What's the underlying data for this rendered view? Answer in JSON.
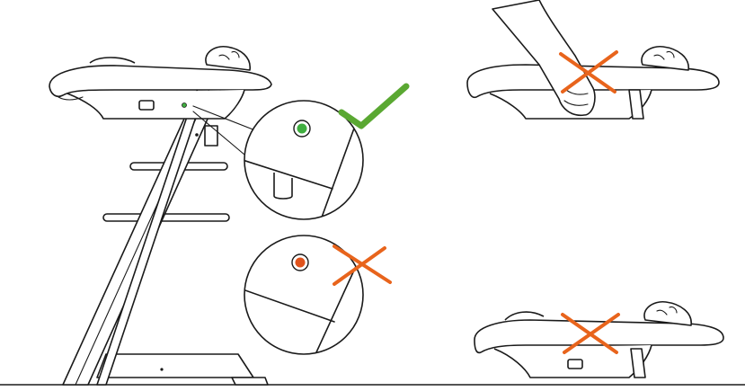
{
  "colors": {
    "line": "#1a1a1a",
    "background": "#ffffff",
    "ok_mark": "#5aa832",
    "ok_indicator": "#3fae3f",
    "error_mark": "#e8641c",
    "error_indicator": "#e0531c"
  },
  "indicators": {
    "correct": {
      "state": "green",
      "icon": "check-icon"
    },
    "incorrect": {
      "state": "red",
      "icon": "cross-icon"
    }
  },
  "panels": [
    {
      "id": "installed",
      "icon": "check-icon"
    },
    {
      "id": "hand-pressing-not-allowed",
      "icon": "cross-icon"
    },
    {
      "id": "carrier-without-chair-not-allowed",
      "icon": "cross-icon"
    }
  ]
}
